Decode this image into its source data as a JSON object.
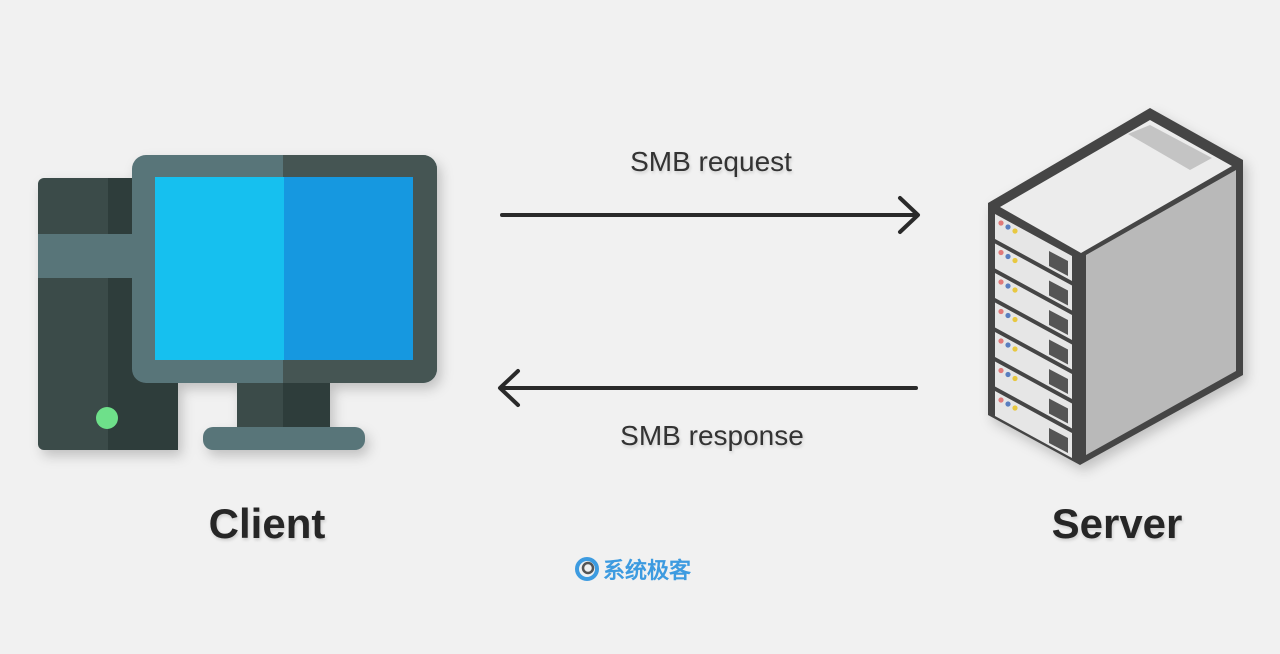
{
  "diagram": {
    "client_label": "Client",
    "server_label": "Server",
    "request_label": "SMB request",
    "response_label": "SMB response"
  },
  "watermark": {
    "text": "系统极客"
  },
  "colors": {
    "screen_left": "#17c0ef",
    "screen_right": "#1898e0",
    "frame": "#4e5f5e",
    "tower": "#3b4b49",
    "power_led": "#6ee08a",
    "arrow": "#2a2a2a",
    "watermark": "#3d9be0"
  }
}
